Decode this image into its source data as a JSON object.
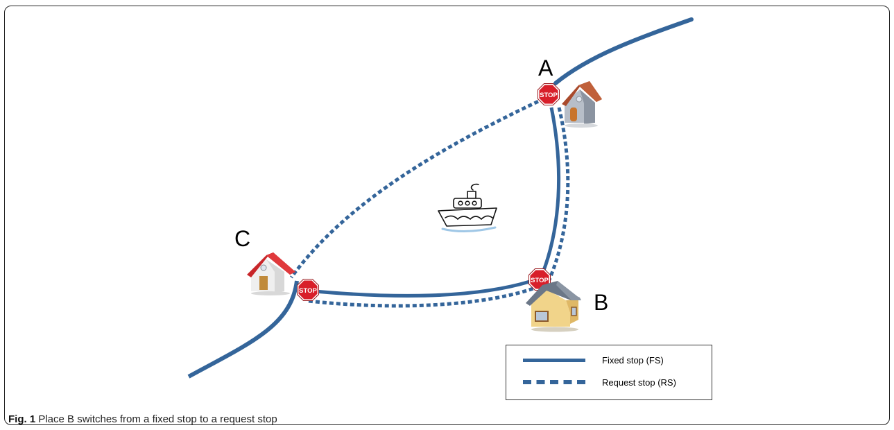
{
  "places": {
    "a": {
      "label": "A"
    },
    "b": {
      "label": "B"
    },
    "c": {
      "label": "C"
    }
  },
  "stop_sign_text": "STOP",
  "legend": {
    "fixed": "Fixed stop (FS)",
    "request": "Request stop (RS)"
  },
  "caption": {
    "label": "Fig. 1",
    "text": "Place B switches from a fixed stop to a request stop"
  },
  "colors": {
    "route": "#34659a",
    "stop_sign": "#d81f2a",
    "house_roof_red": "#c8262a",
    "house_roof_brown": "#a94a2c",
    "house_roof_gray": "#6b7787",
    "house_wall": "#f1d48a"
  },
  "icons": [
    "stop-sign-icon",
    "house-icon",
    "ship-icon"
  ]
}
